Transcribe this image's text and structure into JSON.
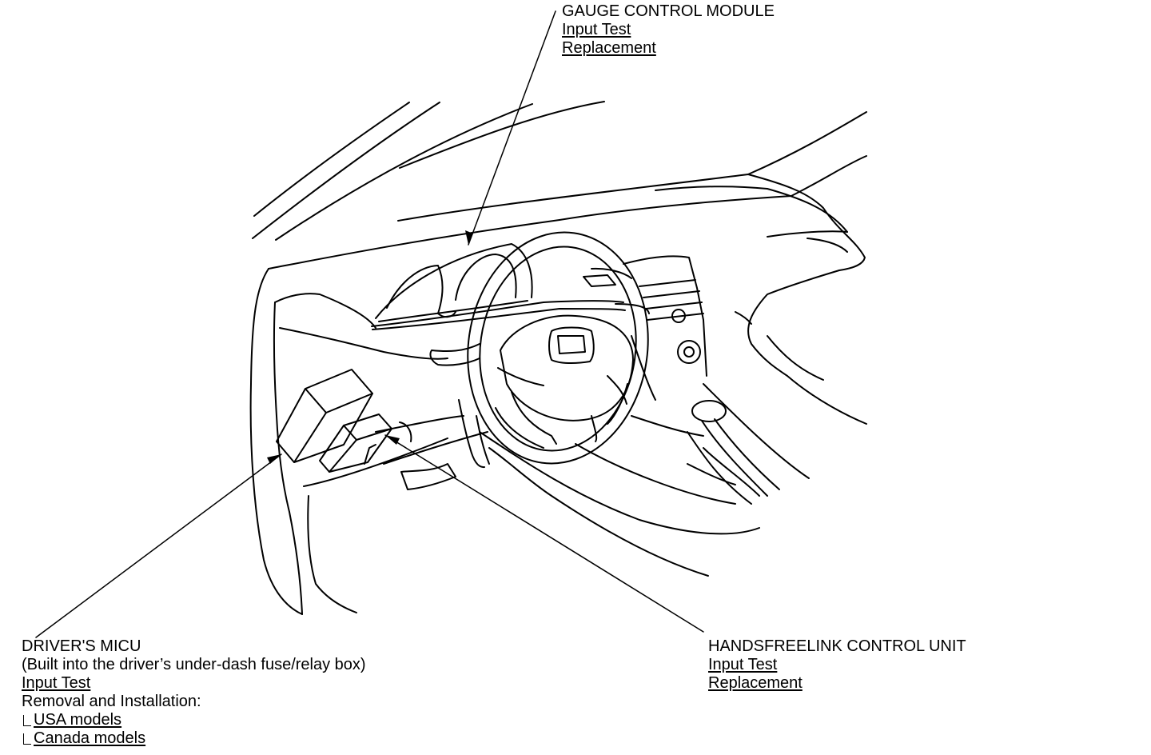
{
  "gauge_control_module": {
    "title": "GAUGE CONTROL MODULE",
    "links": [
      "Input Test",
      "Replacement"
    ]
  },
  "drivers_micu": {
    "title": "DRIVER'S MICU",
    "subtitle": "(Built into the driver’s under-dash fuse/relay box)",
    "input_test": "Input Test",
    "removal_label": "Removal and Installation:",
    "sub_links": [
      "USA models",
      "Canada models"
    ]
  },
  "handsfreelink_control_unit": {
    "title": "HANDSFREELINK CONTROL UNIT",
    "links": [
      "Input Test",
      "Replacement"
    ]
  }
}
